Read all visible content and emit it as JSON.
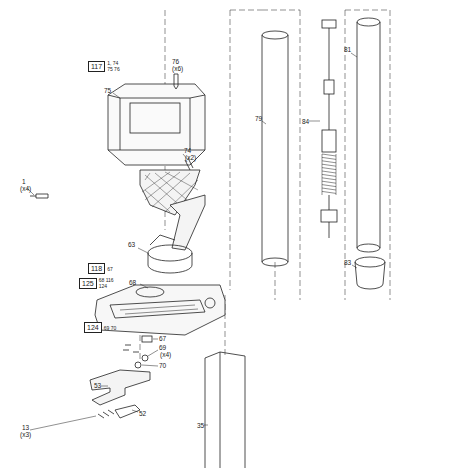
{
  "diagram": {
    "nodes": [
      {
        "text": [
          "117",
          "1, 74 75 76"
        ]
      },
      {
        "text": [
          "118",
          "67"
        ]
      },
      {
        "text": [
          "125",
          "68 116 124"
        ]
      },
      {
        "text": [
          "124",
          "69 70"
        ]
      }
    ],
    "labels": [
      "76",
      "(x6)",
      "75",
      "74",
      "(x2)",
      "1",
      "(x4)",
      "63",
      "68",
      "67",
      "69",
      "(x4)",
      "70",
      "53",
      "52",
      "13",
      "(x3)",
      "35",
      "79",
      "84",
      "81",
      "83"
    ]
  }
}
